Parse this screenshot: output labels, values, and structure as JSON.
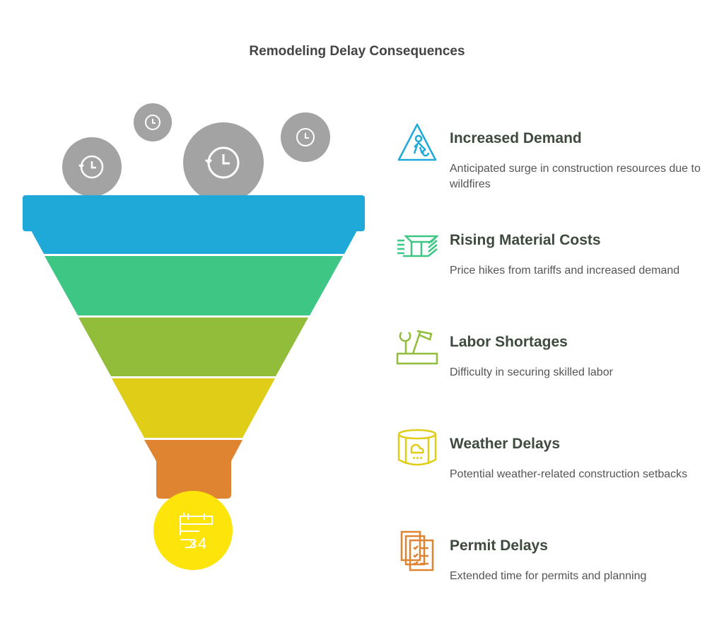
{
  "title": "Remodeling Delay Consequences",
  "colors": {
    "blue": "#1fa9d9",
    "green": "#3ec685",
    "lime": "#92bd3a",
    "yellow": "#dfcd18",
    "orange": "#df8430",
    "bulb": "#fde50c",
    "clock": "#a3a3a3"
  },
  "items": [
    {
      "title": "Increased Demand",
      "desc": "Anticipated surge in construction resources due to wildfires",
      "icon": "construction-worker-icon",
      "color": "#1fa9d9"
    },
    {
      "title": "Rising Material Costs",
      "desc": "Price hikes from tariffs and increased demand",
      "icon": "money-stack-icon",
      "color": "#3ec685"
    },
    {
      "title": "Labor Shortages",
      "desc": "Difficulty in securing skilled labor",
      "icon": "toolbox-icon",
      "color": "#92bd3a"
    },
    {
      "title": "Weather Delays",
      "desc": "Potential weather-related construction setbacks",
      "icon": "weather-icon",
      "color": "#dfcd18"
    },
    {
      "title": "Permit Delays",
      "desc": "Extended time for permits and planning",
      "icon": "documents-icon",
      "color": "#df8430"
    }
  ],
  "bulb_icon": "calendar-x4-icon",
  "bulb_text": "×4"
}
